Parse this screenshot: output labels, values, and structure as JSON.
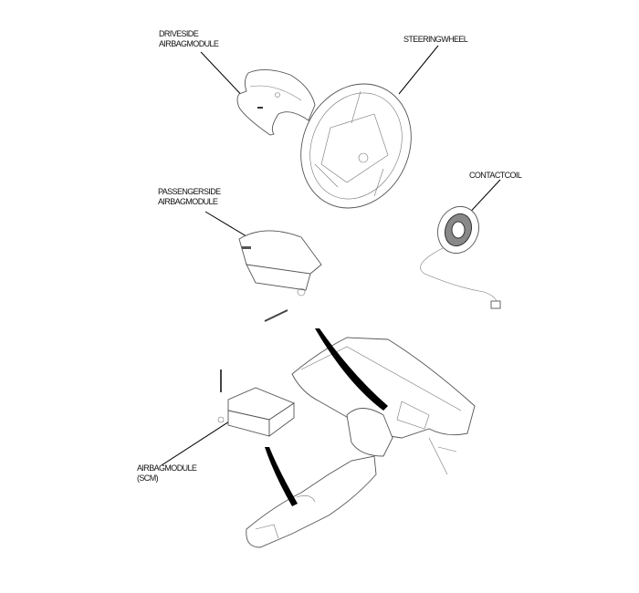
{
  "labels": {
    "driver_airbag": [
      "DRIVESIDE",
      "AIRBAGMODULE"
    ],
    "steering_wheel": "STEERINGWHEEL",
    "contact_coil": "CONTACTCOIL",
    "passenger_airbag": [
      "PASSENGERSIDE",
      "AIRBAGMODULE"
    ],
    "airbag_module": [
      "AIRBAGMODULE",
      "(SCM)"
    ]
  }
}
